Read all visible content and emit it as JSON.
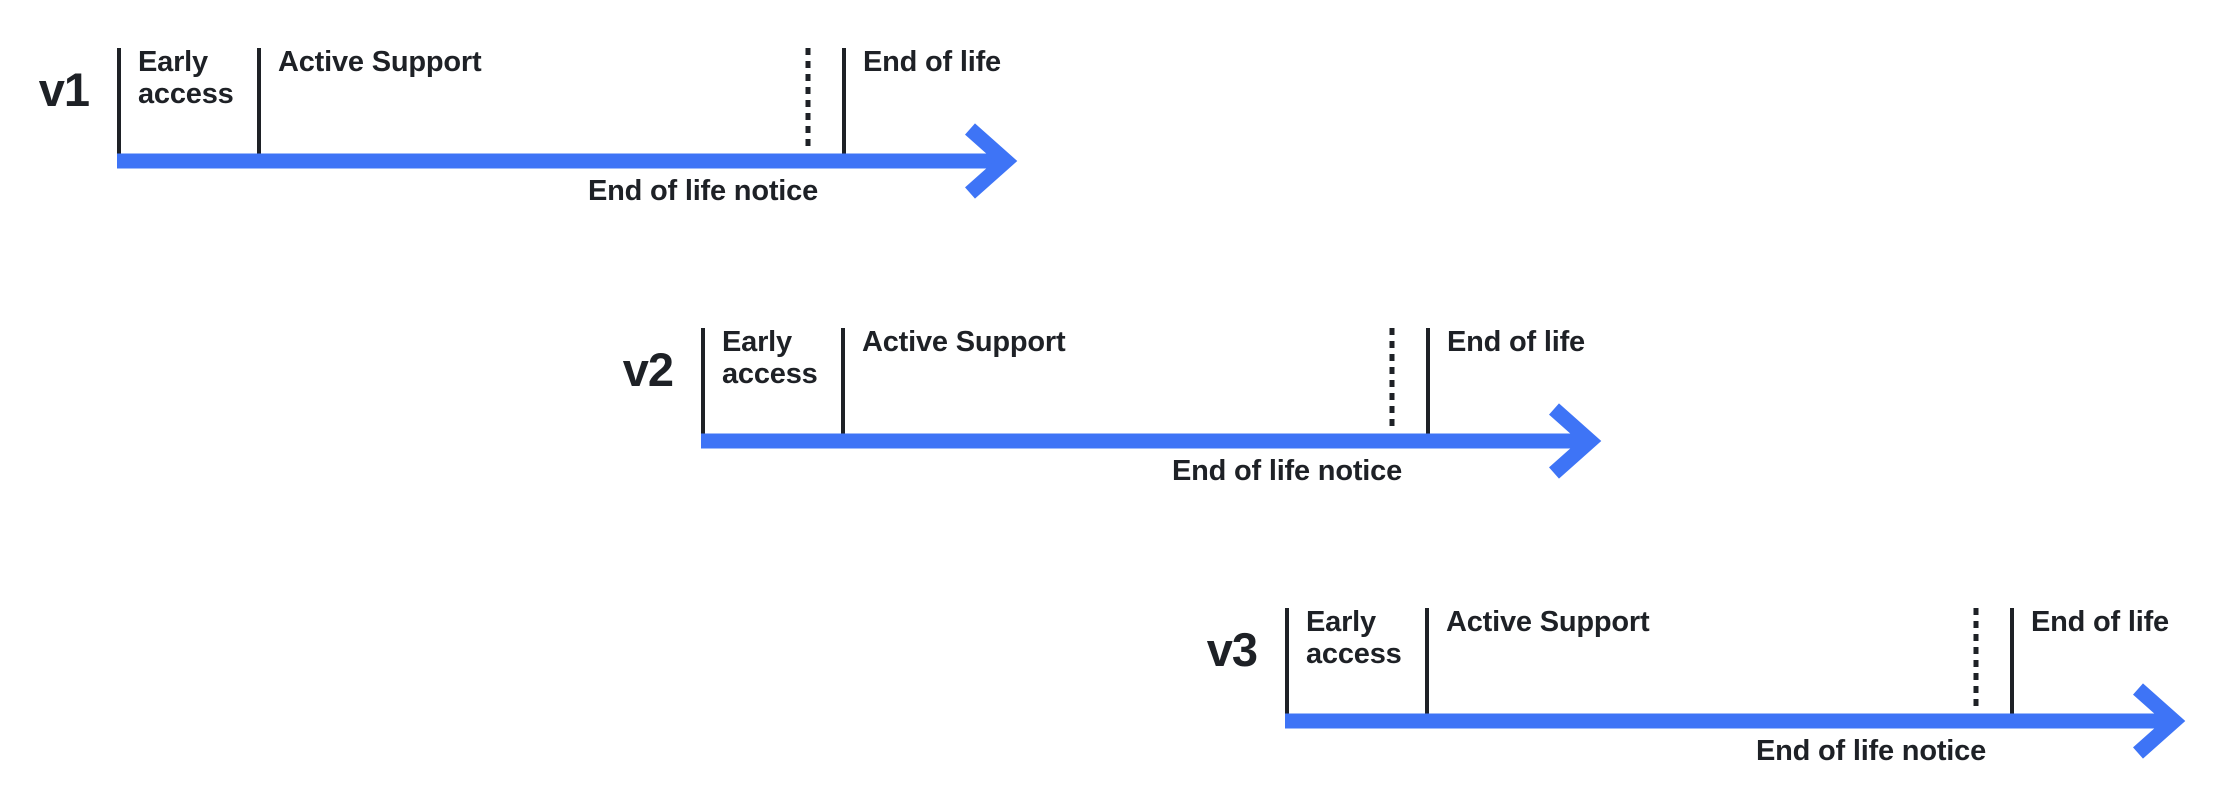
{
  "colors": {
    "arrow_blue": "#3E74F6",
    "ink": "#1E2126",
    "background": "#FFFFFF"
  },
  "timelines": [
    {
      "version": "v1",
      "labels": {
        "early_access": "Early access",
        "active_support": "Active Support",
        "end_of_life": "End of life",
        "end_of_life_notice": "End of life notice"
      }
    },
    {
      "version": "v2",
      "labels": {
        "early_access": "Early access",
        "active_support": "Active Support",
        "end_of_life": "End of life",
        "end_of_life_notice": "End of life notice"
      }
    },
    {
      "version": "v3",
      "labels": {
        "early_access": "Early access",
        "active_support": "Active Support",
        "end_of_life": "End of life",
        "end_of_life_notice": "End of life notice"
      }
    }
  ]
}
